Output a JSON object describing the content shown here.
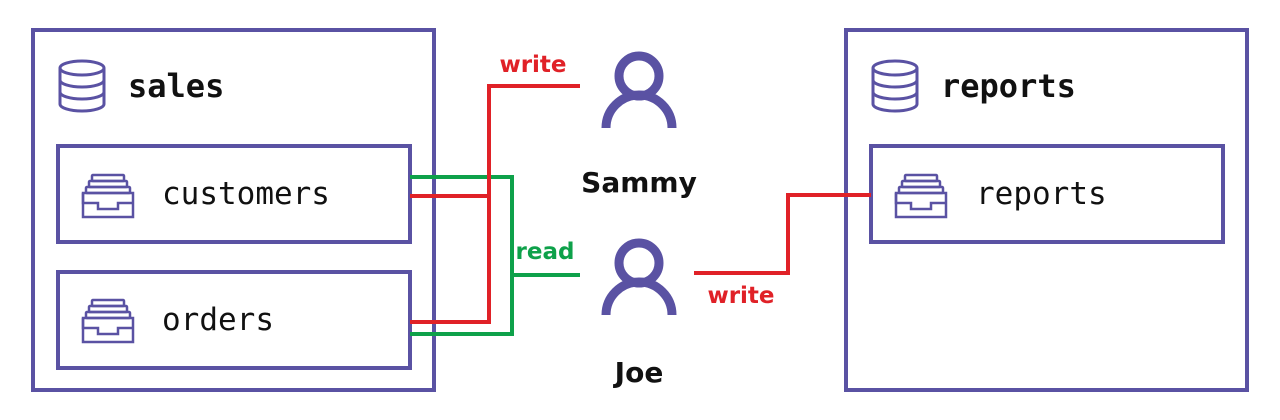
{
  "colors": {
    "outline": "#5a52a3",
    "write": "#e02127",
    "read": "#0ea14a",
    "text": "#111111"
  },
  "databases": {
    "sales": {
      "title": "sales",
      "icon": "database-icon",
      "tables": [
        {
          "label": "customers",
          "icon": "table-tray-icon"
        },
        {
          "label": "orders",
          "icon": "table-tray-icon"
        }
      ]
    },
    "reports": {
      "title": "reports",
      "icon": "database-icon",
      "tables": [
        {
          "label": "reports",
          "icon": "table-tray-icon"
        }
      ]
    }
  },
  "users": [
    {
      "name": "Sammy",
      "icon": "user-icon"
    },
    {
      "name": "Joe",
      "icon": "user-icon"
    }
  ],
  "edges": {
    "sammy_write_label": "write",
    "joe_read_label": "read",
    "joe_write_label": "write"
  }
}
